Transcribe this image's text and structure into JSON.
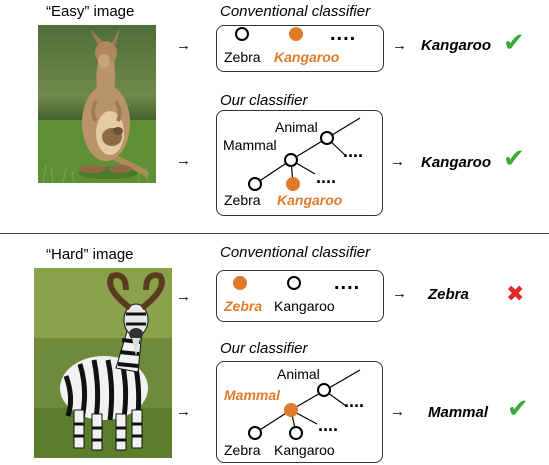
{
  "top_section": {
    "image_caption": "“Easy” image",
    "conventional_title": "Conventional classifier",
    "conventional_labels": [
      "Zebra",
      "Kangaroo"
    ],
    "conventional_dots": "....",
    "conventional_result": "Kangaroo",
    "conventional_mark": "✔",
    "ours_title": "Our classifier",
    "ours_labels": {
      "root": "Animal",
      "mid": "Mammal",
      "leaf1": "Zebra",
      "leaf2": "Kangaroo"
    },
    "ours_dots": "....",
    "ours_result": "Kangaroo",
    "ours_mark": "✔"
  },
  "bottom_section": {
    "image_caption": "“Hard” image",
    "conventional_title": "Conventional classifier",
    "conventional_labels": [
      "Zebra",
      "Kangaroo"
    ],
    "conventional_dots": "....",
    "conventional_result": "Zebra",
    "conventional_mark": "✖",
    "ours_title": "Our classifier",
    "ours_labels": {
      "root": "Animal",
      "mid": "Mammal",
      "leaf1": "Zebra",
      "leaf2": "Kangaroo"
    },
    "ours_dots": "....",
    "ours_result": "Mammal",
    "ours_mark": "✔"
  },
  "colors": {
    "highlight": "#E07B2C",
    "check": "#3BAA3B",
    "cross": "#E02A2A"
  },
  "arrow_glyph": "→"
}
